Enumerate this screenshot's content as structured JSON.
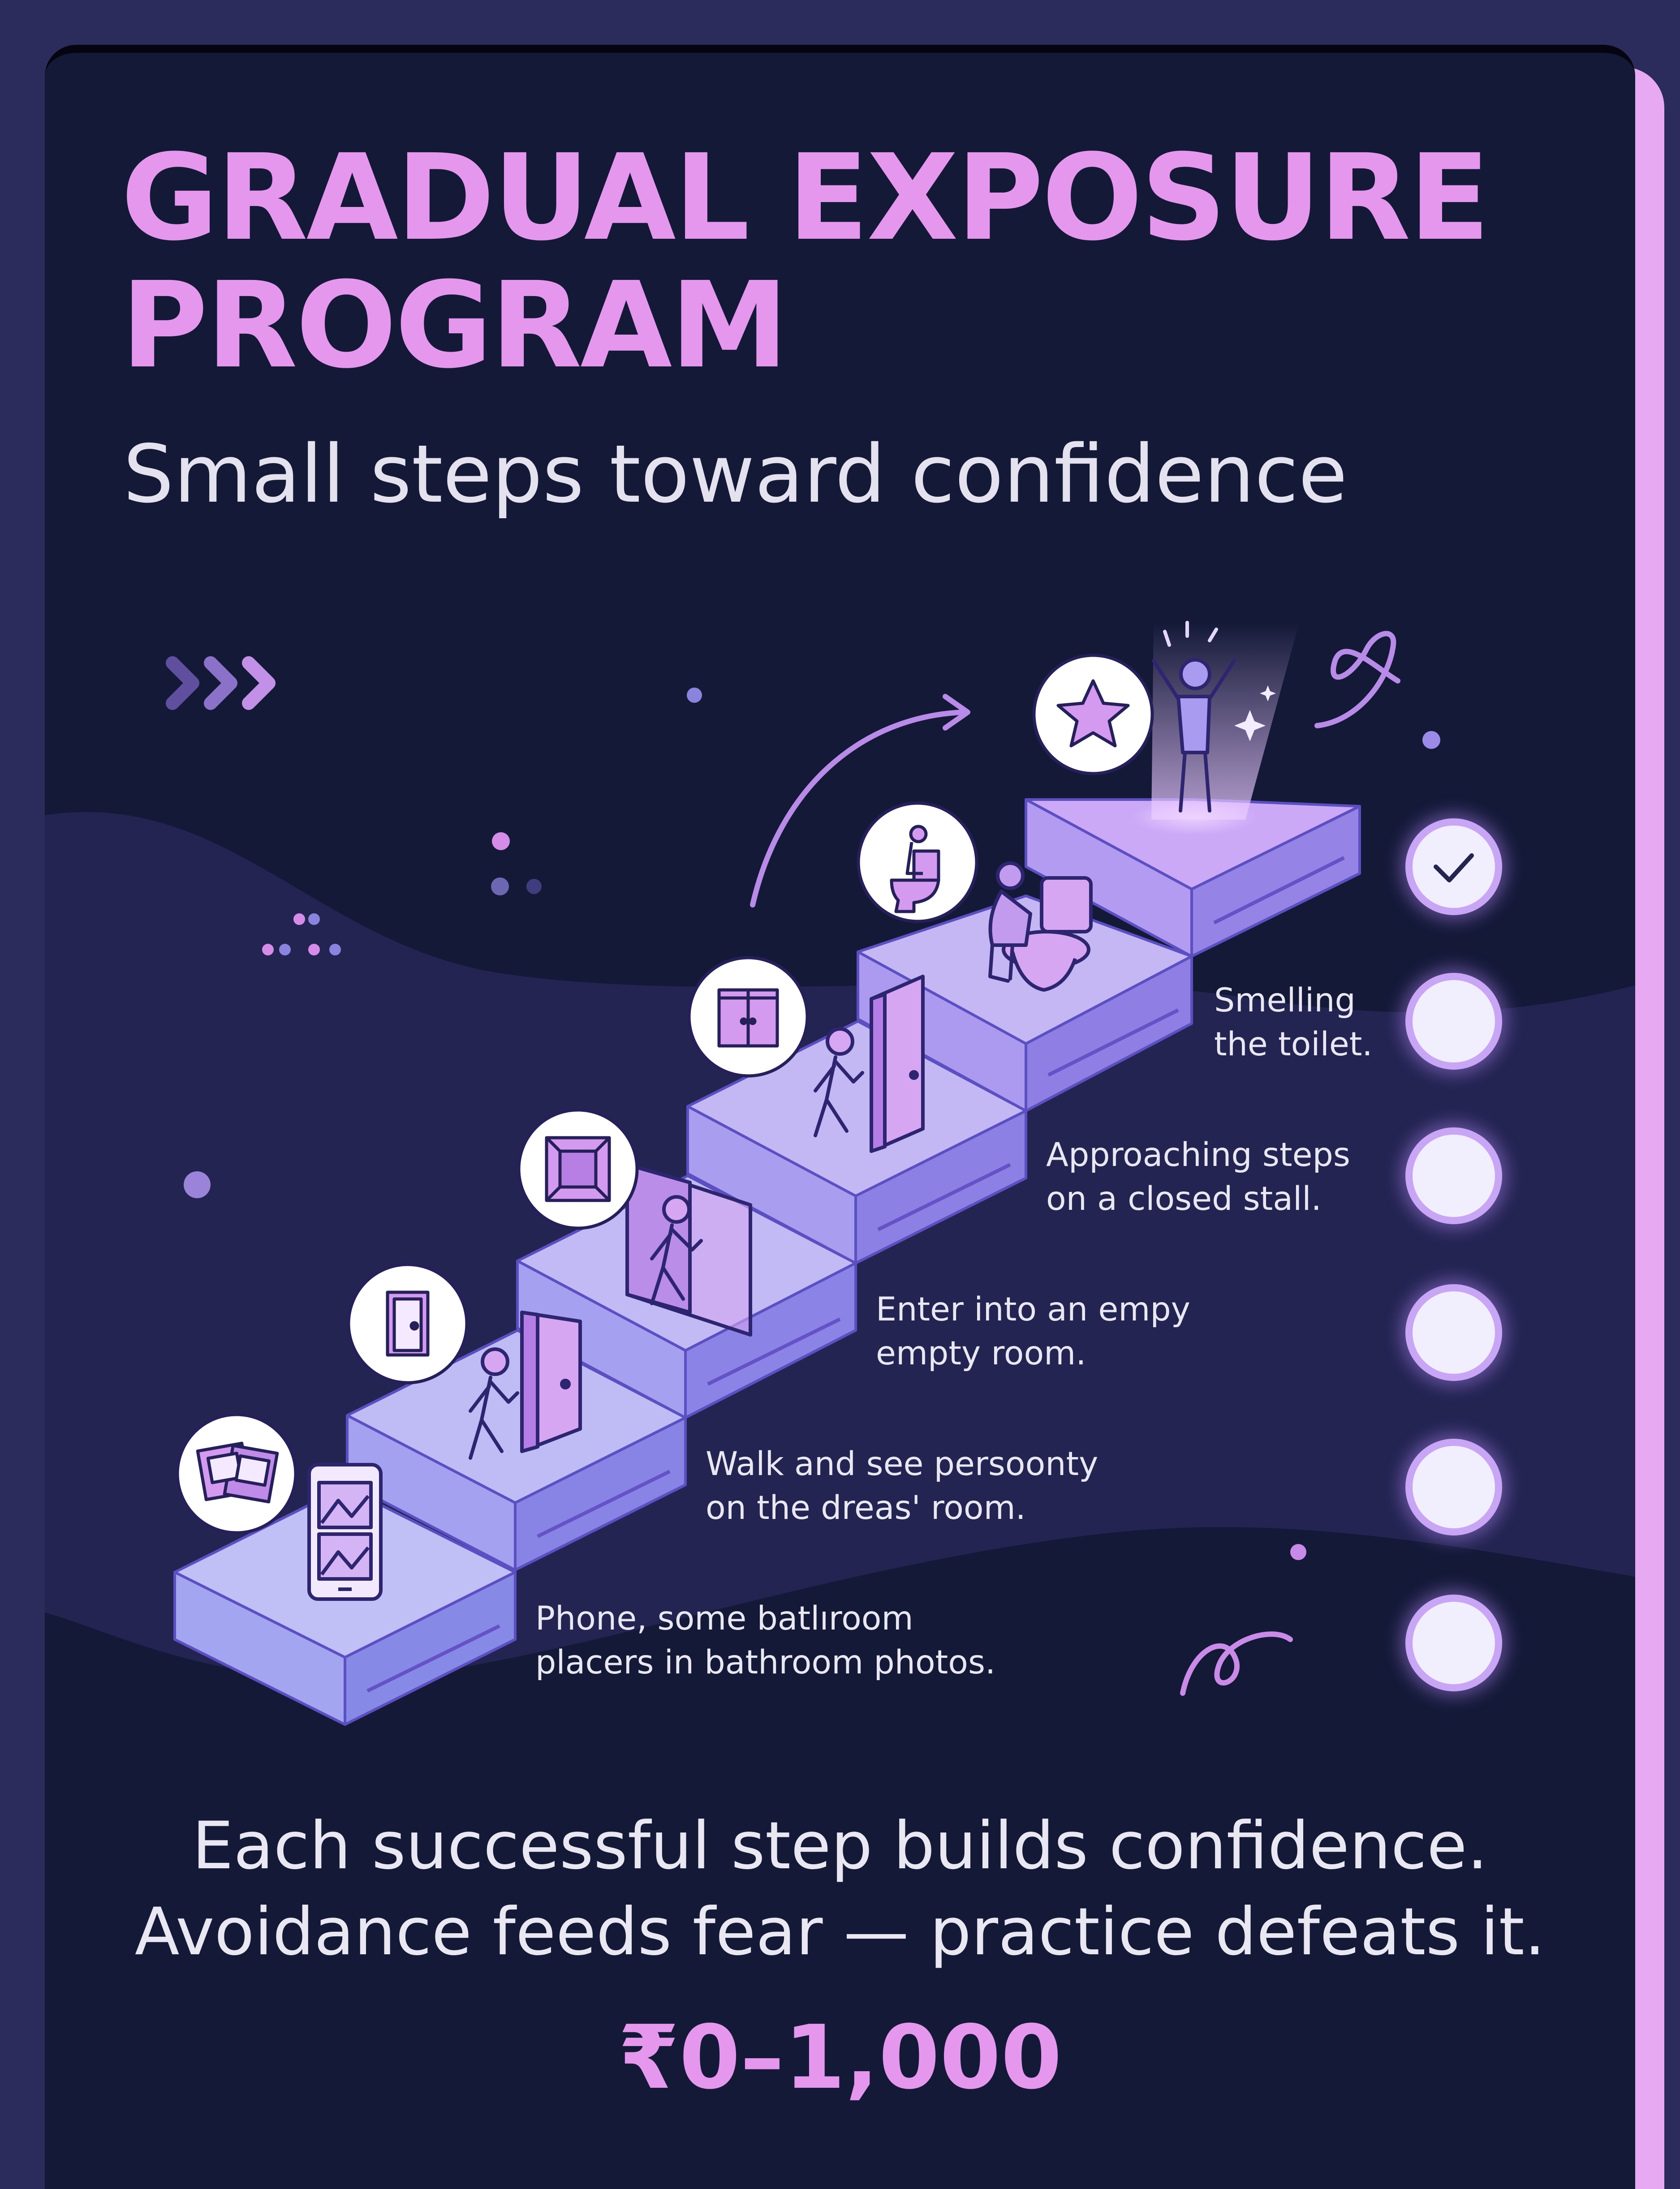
{
  "header": {
    "title_line1": "GRADUAL EXPOSURE",
    "title_line2": "PROGRAM",
    "subtitle": "Small steps toward confidence"
  },
  "steps": [
    {
      "line1": "Phone, some batlıroom",
      "line2": "placers in bathroom photos.",
      "icon": "photos-icon",
      "completed": false
    },
    {
      "line1": "Walk and see persoonty",
      "line2": "on the dreas' room.",
      "icon": "door-icon",
      "completed": false
    },
    {
      "line1": "Enter into an empy",
      "line2": "empty room.",
      "icon": "room-frame-icon",
      "completed": false
    },
    {
      "line1": "Approaching steps",
      "line2": "on a closed stall.",
      "icon": "stall-icon",
      "completed": false
    },
    {
      "line1": "Smelling",
      "line2": "the toilet.",
      "icon": "toilet-icon",
      "completed": false
    },
    {
      "line1": "",
      "line2": "",
      "icon": "star-icon",
      "completed": true
    }
  ],
  "closing": {
    "line1": "Each successful step builds confidence.",
    "line2": "Avoidance feeds fear — practice defeats it."
  },
  "cost": "₹0–1,000",
  "colors": {
    "background": "#141938",
    "outer": "#2b2c5c",
    "accent_pink": "#e597ee",
    "step_top": "#c7b9f3",
    "step_front": "#a596ee",
    "step_side": "#8877e2"
  }
}
